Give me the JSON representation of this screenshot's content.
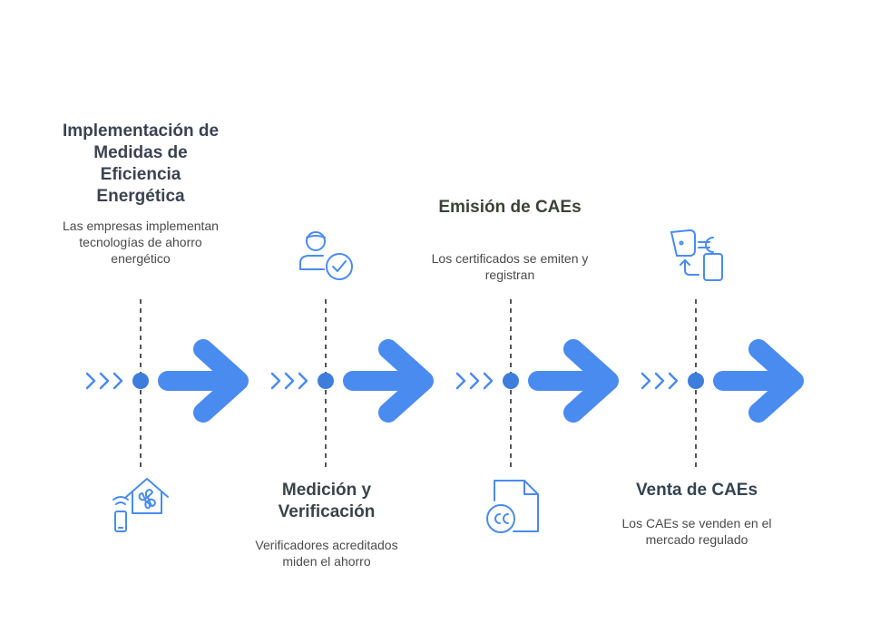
{
  "steps": [
    {
      "title": "Implementación de Medidas de Eficiencia Energética",
      "description": "Las empresas implementan tecnologías de ahorro energético",
      "icon": "smart-home-fan-icon",
      "title_color": "#3b4352"
    },
    {
      "title": "Medición y Verificación",
      "description": "Verificadores acreditados miden el ahorro",
      "icon": "user-check-icon",
      "title_color": "#3a4448"
    },
    {
      "title": "Emisión de CAEs",
      "description": "Los certificados se emiten y registran",
      "icon": "certificate-cc-document-icon",
      "title_color": "#3d4236"
    },
    {
      "title": "Venta de CAEs",
      "description": "Los CAEs se venden en el mercado regulado",
      "icon": "euro-exchange-phone-icon",
      "title_color": "#334452"
    }
  ],
  "colors": {
    "accent": "#4a8bf0",
    "dot": "#3d7ddb",
    "dashed_line": "#555555"
  }
}
